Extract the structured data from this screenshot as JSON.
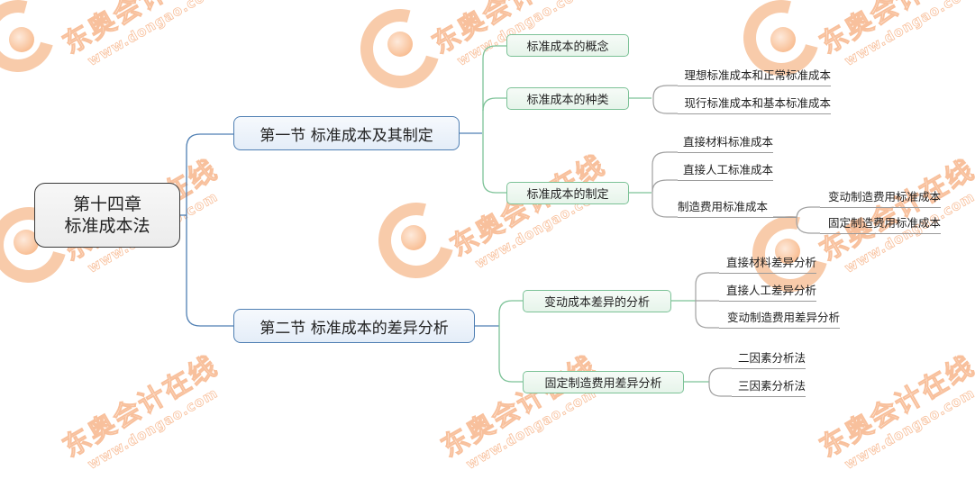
{
  "watermark": {
    "brand_text": "东奥会计在线",
    "url_text": "www.dongao.com",
    "color": "#f3a064"
  },
  "mindmap": {
    "root": {
      "line1": "第十四章",
      "line2": "标准成本法"
    },
    "sections": [
      {
        "label": "第一节 标准成本及其制定",
        "children": [
          {
            "label": "标准成本的概念",
            "children": []
          },
          {
            "label": "标准成本的种类",
            "children": [
              {
                "label": "理想标准成本和正常标准成本"
              },
              {
                "label": "现行标准成本和基本标准成本"
              }
            ]
          },
          {
            "label": "标准成本的制定",
            "children": [
              {
                "label": "直接材料标准成本"
              },
              {
                "label": "直接人工标准成本"
              },
              {
                "label": "制造费用标准成本",
                "children": [
                  {
                    "label": "变动制造费用标准成本"
                  },
                  {
                    "label": "固定制造费用标准成本"
                  }
                ]
              }
            ]
          }
        ]
      },
      {
        "label": "第二节 标准成本的差异分析",
        "children": [
          {
            "label": "变动成本差异的分析",
            "children": [
              {
                "label": "直接材料差异分析"
              },
              {
                "label": "直接人工差异分析"
              },
              {
                "label": "变动制造费用差异分析"
              }
            ]
          },
          {
            "label": "固定制造费用差异分析",
            "children": [
              {
                "label": "二因素分析法"
              },
              {
                "label": "三因素分析法"
              }
            ]
          }
        ]
      }
    ]
  },
  "colors": {
    "root_border": "#3a3a3a",
    "level1_border": "#4f7fb3",
    "level1_connector": "#4f7fb3",
    "level2_border": "#7cc297",
    "level2_connector": "#7cc297",
    "leaf_connector": "#a0a0a0"
  }
}
